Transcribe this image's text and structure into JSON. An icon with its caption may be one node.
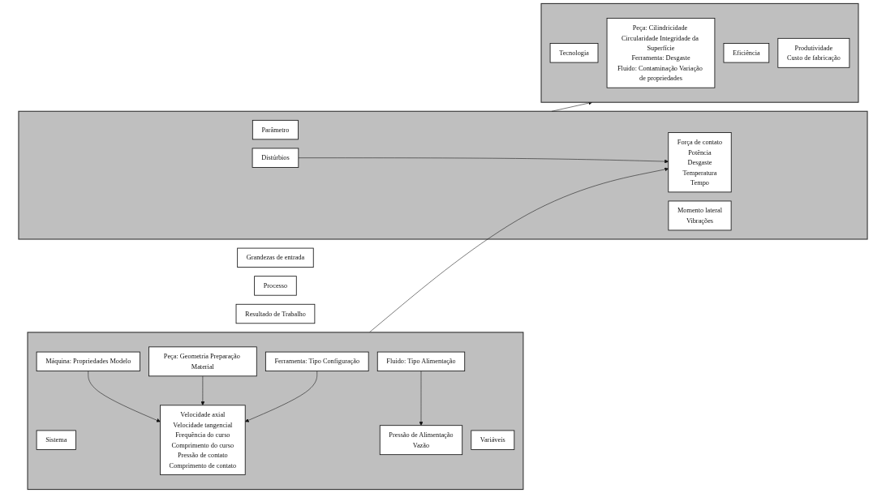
{
  "diagram": {
    "nodes": [
      {
        "text": [
          "Grandezas de entrada"
        ]
      },
      {
        "text": [
          "Processo"
        ]
      },
      {
        "text": [
          "Resultado de Trabalho"
        ]
      },
      {
        "text": [],
        "shape": "box"
      },
      {
        "text": [
          "Sistema"
        ],
        "in": 3
      },
      {
        "text": [
          "Variáveis"
        ],
        "in": 3
      },
      {
        "text": [
          "Máquina: Propriedades Modelo"
        ],
        "in": 3
      },
      {
        "text": [
          "Velocidade axial",
          "Velocidade tangencial",
          "Frequência do curso",
          "Comprimento do curso",
          "Pressão de contato",
          "Comprimento de contato"
        ],
        "in": 3
      },
      {
        "text": [
          "Peça: Geometria Preparação Material"
        ],
        "in": 3
      },
      {
        "text": [
          "Ferramenta: Tipo Configuração"
        ],
        "in": 3
      },
      {
        "text": [
          "Fluido: Tipo Alimentação"
        ],
        "in": 3
      },
      {
        "text": [
          "Pressão de Alimentação",
          "Vazão"
        ],
        "in": 3
      },
      {
        "text": [],
        "shape": "box"
      },
      {
        "text": [
          "Parâmetro"
        ],
        "in": 12
      },
      {
        "text": [
          "Força de contato",
          "Potência",
          "Desgaste",
          "Temperatura",
          "Tempo"
        ],
        "in": 12
      },
      {
        "text": [
          "Distúrbios"
        ],
        "in": 12
      },
      {
        "text": [
          "Momento lateral",
          "Vibrações"
        ],
        "in": 12
      },
      {
        "text": [],
        "shape": "box"
      },
      {
        "text": [
          "Tecnologia"
        ],
        "in": 17
      },
      {
        "text": [
          "Peça: Cilindricidade Circularidade Integridade da Superfície",
          "Ferramenta: Desgaste",
          "Fluido: Contaminação Variação de propriedades"
        ],
        "in": 17
      },
      {
        "text": [
          "Eficiência"
        ],
        "in": 17
      },
      {
        "text": [
          "Produtividade",
          "Custo de fabricação"
        ],
        "in": 17
      }
    ],
    "edges": [
      {
        "from": 6,
        "to": 7,
        "arrow": "to"
      },
      {
        "from": 8,
        "to": 7,
        "arrow": "to"
      },
      {
        "from": 9,
        "to": 7,
        "arrow": "to"
      },
      {
        "from": 10,
        "to": 11,
        "arrow": "to"
      },
      {
        "from": 3,
        "to": 14,
        "arrow": "to"
      },
      {
        "from": 15,
        "to": 14,
        "arrow": "to"
      },
      {
        "from": 12,
        "to": 17,
        "arrow": "to"
      }
    ]
  }
}
